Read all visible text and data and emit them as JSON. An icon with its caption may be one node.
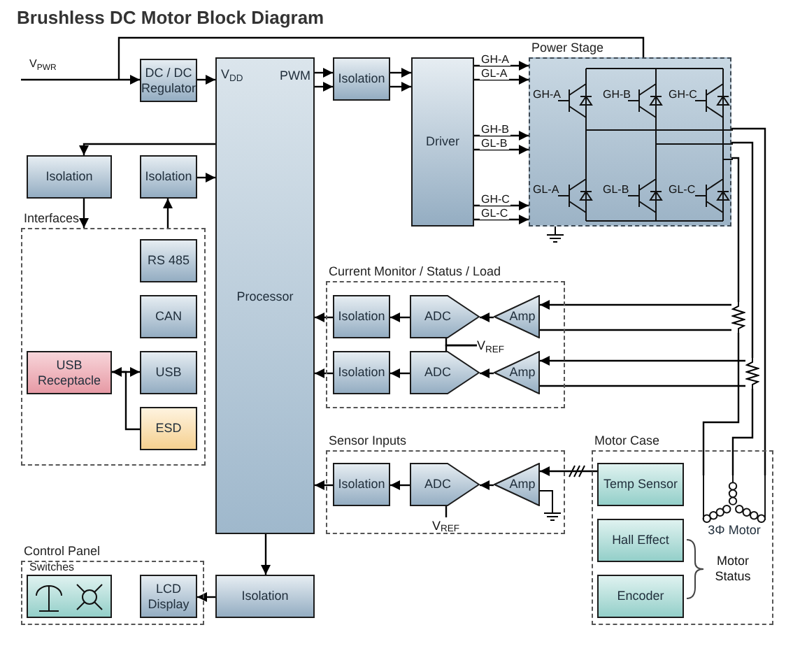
{
  "diagram": {
    "title": "Brushless DC Motor Block Diagram",
    "nodes": [
      {
        "text": [
          "DC / DC Regulator"
        ]
      },
      {
        "text": [
          "V$_{DD}$",
          "PWM",
          "Processor"
        ]
      },
      {
        "text": [
          "Isolation"
        ]
      },
      {
        "text": [
          "Driver"
        ]
      },
      {
        "text": [
          "Power Stage"
        ]
      },
      {
        "text": [
          "Isolation"
        ]
      },
      {
        "text": [
          "Isolation"
        ]
      },
      {
        "text": [
          "Interfaces"
        ]
      },
      {
        "text": [
          "RS 485"
        ],
        "in": 7
      },
      {
        "text": [
          "CAN"
        ],
        "in": 7
      },
      {
        "text": [
          "USB Receptacle"
        ],
        "in": 7
      },
      {
        "text": [
          "USB"
        ],
        "in": 7
      },
      {
        "text": [
          "ESD"
        ],
        "in": 7
      },
      {
        "text": [
          "Current Monitor / Status / Load"
        ]
      },
      {
        "text": [
          "Isolation"
        ],
        "in": 13
      },
      {
        "text": [
          "ADC"
        ],
        "in": 13
      },
      {
        "text": [
          "Amp"
        ],
        "in": 13
      },
      {
        "text": [
          "Isolation"
        ],
        "in": 13
      },
      {
        "text": [
          "ADC"
        ],
        "in": 13
      },
      {
        "text": [
          "Amp"
        ],
        "in": 13
      },
      {
        "text": [
          "Sensor Inputs"
        ]
      },
      {
        "text": [
          "Isolation"
        ],
        "in": 20
      },
      {
        "text": [
          "ADC"
        ],
        "in": 20
      },
      {
        "text": [
          "Amp"
        ],
        "in": 20
      },
      {
        "text": [
          "Motor Case"
        ]
      },
      {
        "text": [
          "Temp Sensor"
        ],
        "in": 24
      },
      {
        "text": [
          "Hall Effect"
        ],
        "in": 24
      },
      {
        "text": [
          "Encoder"
        ],
        "in": 24
      },
      {
        "text": [
          "3Φ Motor"
        ],
        "in": 24
      },
      {
        "text": [
          "Control Panel"
        ]
      },
      {
        "text": [
          "Switches"
        ],
        "in": 29
      },
      {
        "text": [
          "LCD Display"
        ],
        "in": 29
      },
      {
        "text": [
          "Isolation"
        ]
      },
      {
        "text": [
          "V$_{REF}$"
        ],
        "in": 13
      },
      {
        "text": [
          "V$_{REF}$"
        ],
        "in": 20
      },
      {
        "text": [],
        "shape": "resistor"
      },
      {
        "text": [],
        "shape": "resistor"
      }
    ],
    "edges": [
      {
        "from": null,
        "to": 0,
        "arrow": "to",
        "label": "V$_{PWR}$"
      },
      {
        "from": null,
        "to": 4,
        "arrow": "none"
      },
      {
        "from": 0,
        "to": 1,
        "arrow": "to"
      },
      {
        "from": 1,
        "to": 2,
        "arrow": "to"
      },
      {
        "from": 1,
        "to": 2,
        "arrow": "to"
      },
      {
        "from": 2,
        "to": 3,
        "arrow": "to"
      },
      {
        "from": 2,
        "to": 3,
        "arrow": "to"
      },
      {
        "from": 3,
        "to": 4,
        "arrow": "to",
        "label": "GH-A"
      },
      {
        "from": 3,
        "to": 4,
        "arrow": "to",
        "label": "GL-A"
      },
      {
        "from": 3,
        "to": 4,
        "arrow": "to",
        "label": "GH-B"
      },
      {
        "from": 3,
        "to": 4,
        "arrow": "to",
        "label": "GL-B"
      },
      {
        "from": 3,
        "to": 4,
        "arrow": "to",
        "label": "GH-C"
      },
      {
        "from": 3,
        "to": 4,
        "arrow": "to",
        "label": "GL-C"
      },
      {
        "from": 1,
        "to": 5,
        "arrow": "to"
      },
      {
        "from": 6,
        "to": 1,
        "arrow": "to"
      },
      {
        "from": 5,
        "to": 7,
        "arrow": "to"
      },
      {
        "from": 7,
        "to": 6,
        "arrow": "to"
      },
      {
        "from": 10,
        "to": 11,
        "arrow": "both"
      },
      {
        "from": 10,
        "to": 12,
        "arrow": "none"
      },
      {
        "from": 14,
        "to": 1,
        "arrow": "to"
      },
      {
        "from": 15,
        "to": 14,
        "arrow": "to"
      },
      {
        "from": 16,
        "to": 15,
        "arrow": "to"
      },
      {
        "from": 35,
        "to": 16,
        "arrow": "to"
      },
      {
        "from": 16,
        "to": 35,
        "arrow": "none"
      },
      {
        "from": 17,
        "to": 1,
        "arrow": "to"
      },
      {
        "from": 18,
        "to": 17,
        "arrow": "to"
      },
      {
        "from": 19,
        "to": 18,
        "arrow": "to"
      },
      {
        "from": 36,
        "to": 19,
        "arrow": "to"
      },
      {
        "from": 19,
        "to": 36,
        "arrow": "none"
      },
      {
        "from": 21,
        "to": 1,
        "arrow": "to"
      },
      {
        "from": 22,
        "to": 21,
        "arrow": "to"
      },
      {
        "from": 23,
        "to": 22,
        "arrow": "to"
      },
      {
        "from": 25,
        "to": 23,
        "arrow": "to"
      },
      {
        "from": 1,
        "to": 32,
        "arrow": "to"
      },
      {
        "from": 32,
        "to": 31,
        "arrow": "to"
      },
      {
        "from": 4,
        "to": 28,
        "arrow": "none"
      },
      {
        "from": 4,
        "to": 36,
        "arrow": "none"
      },
      {
        "from": 4,
        "to": 35,
        "arrow": "none"
      },
      {
        "from": 33,
        "to": 15,
        "arrow": "none"
      },
      {
        "from": 33,
        "to": 18,
        "arrow": "none"
      },
      {
        "from": 34,
        "to": 22,
        "arrow": "none"
      },
      {
        "from": 35,
        "to": 28,
        "arrow": "none"
      },
      {
        "from": 36,
        "to": 28,
        "arrow": "none"
      }
    ],
    "labels": [
      "GH-A",
      "GH-B",
      "GH-C",
      "GL-A",
      "GL-B",
      "GL-C",
      "Motor Status"
    ]
  }
}
